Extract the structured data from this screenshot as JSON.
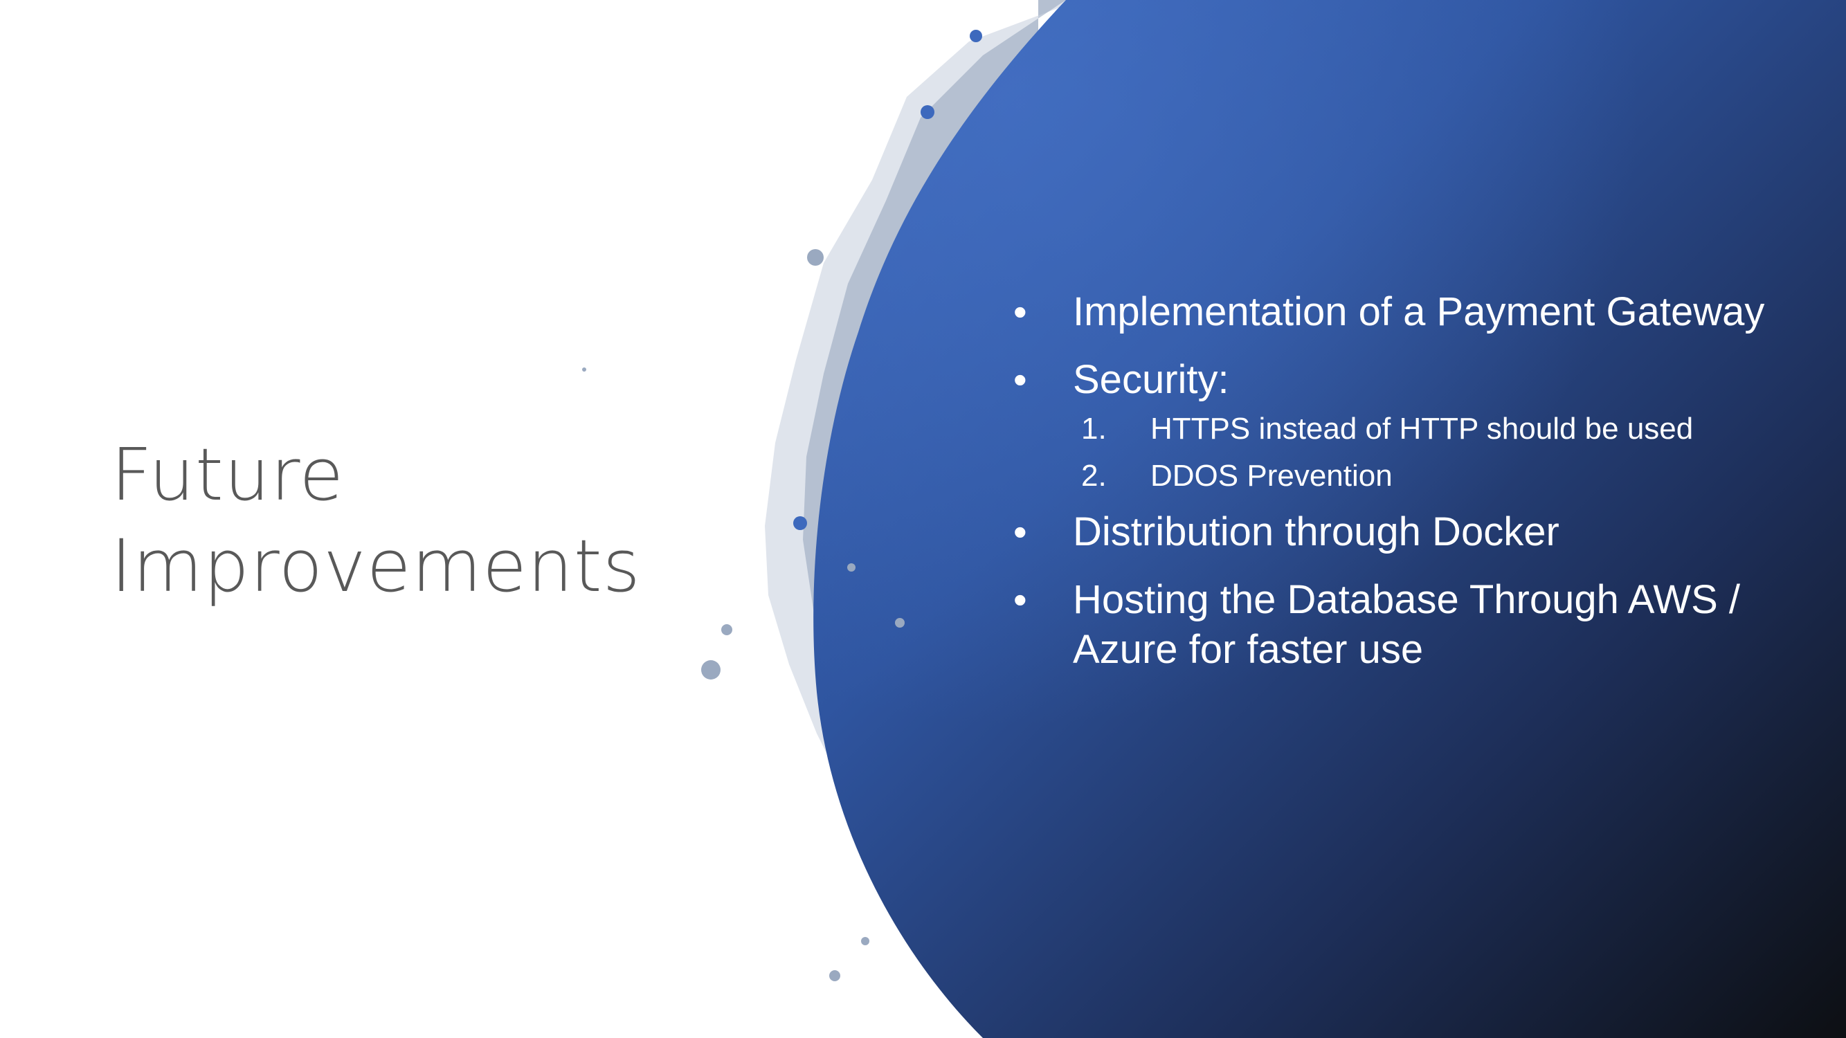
{
  "slide": {
    "title_line1": "Future",
    "title_line2": "Improvements",
    "bullets": [
      {
        "marker": "•",
        "text": "Implementation of a Payment Gateway"
      },
      {
        "marker": "•",
        "text": "Security:"
      },
      {
        "marker": "•",
        "text": "Distribution through Docker"
      },
      {
        "marker": "•",
        "text": "Hosting the Database Through AWS / Azure for faster use"
      }
    ],
    "security_subitems": [
      {
        "number": "1.",
        "text": "HTTPS instead of HTTP should be used"
      },
      {
        "number": "2.",
        "text": "DDOS Prevention"
      }
    ]
  },
  "colors": {
    "background": "#ffffff",
    "title_text": "#595959",
    "panel_top": "#3763b6",
    "panel_bottom": "#0f1218",
    "splash": "#9aa9c0",
    "content_text": "#ffffff"
  }
}
